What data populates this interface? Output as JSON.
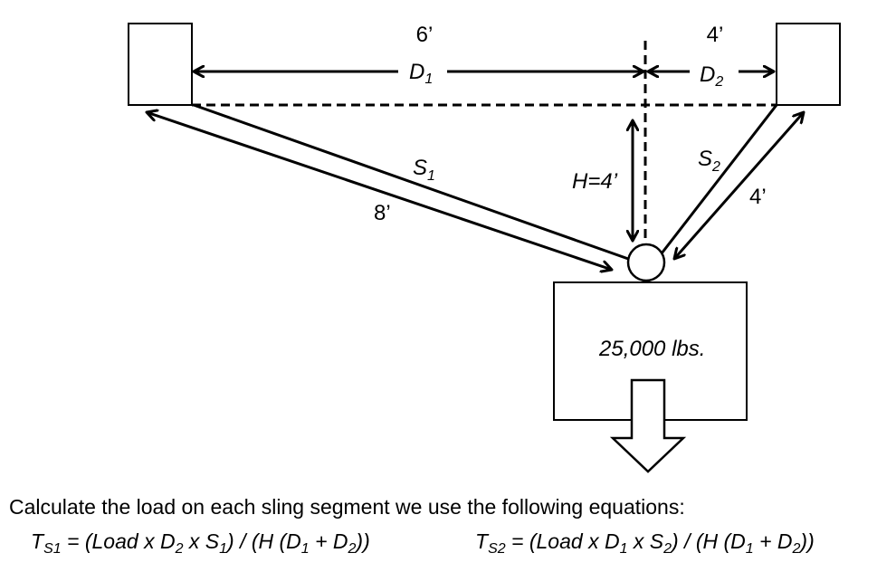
{
  "dimensions": {
    "top_left": "6’",
    "top_right": "4’",
    "d1": {
      "main": "D",
      "sub": "1"
    },
    "d2": {
      "main": "D",
      "sub": "2"
    },
    "height": "H=4’",
    "s1": {
      "main": "S",
      "sub": "1"
    },
    "s2": {
      "main": "S",
      "sub": "2"
    },
    "s1_length": "8’",
    "s2_length": "4’"
  },
  "load": {
    "weight": "25,000 lbs."
  },
  "caption": {
    "text": "Calculate the load on each sling segment we use the following equations:"
  },
  "equations": {
    "ts1": {
      "t": "T",
      "t_sub": "S1",
      "a": " = (Load x D",
      "a_sub": "2",
      "b": " x S",
      "b_sub": "1",
      "c": ") / (H (D",
      "c_sub": "1",
      "d": " + D",
      "d_sub": "2",
      "e": "))"
    },
    "ts2": {
      "t": "T",
      "t_sub": "S2",
      "a": " = (Load x D",
      "a_sub": "1",
      "b": " x S",
      "b_sub": "2",
      "c": ") / (H (D",
      "c_sub": "1",
      "d": " + D",
      "d_sub": "2",
      "e": "))"
    }
  }
}
